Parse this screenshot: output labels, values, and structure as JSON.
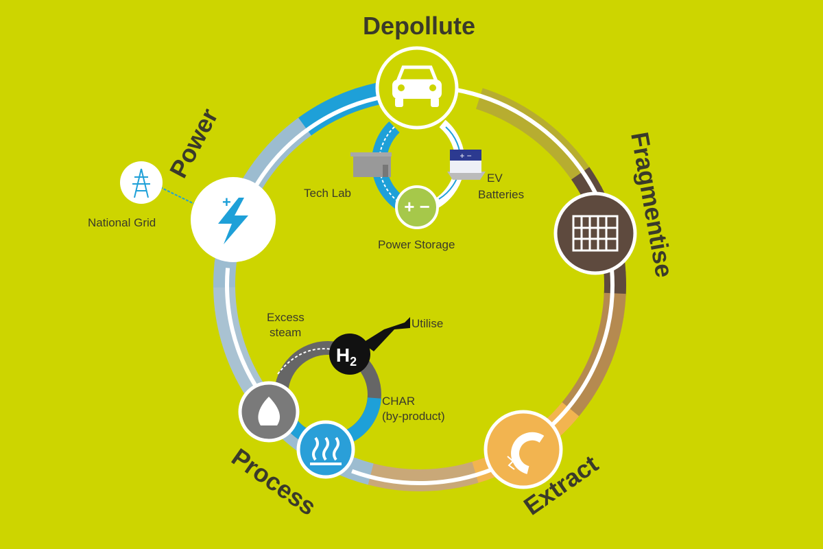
{
  "stages": {
    "depollute": "Depollute",
    "fragmentise": "Fragmentise",
    "extract": "Extract",
    "process": "Process",
    "power": "Power"
  },
  "labels": {
    "national_grid": "National Grid",
    "tech_lab": "Tech Lab",
    "ev_batteries_1": "EV",
    "ev_batteries_2": "Batteries",
    "power_storage": "Power Storage",
    "excess_steam_1": "Excess",
    "excess_steam_2": "steam",
    "utilise": "Utilise",
    "char_1": "CHAR",
    "char_2": "(by-product)",
    "h2": "H",
    "h2_sub": "2"
  },
  "colors": {
    "background": "#cdd500",
    "blue": "#1ea0d8",
    "brown": "#5e4a3e",
    "orange": "#f2b450",
    "grey": "#7a7a7a",
    "pale_blue": "#9cbcd0",
    "storage_green": "#a6c84a"
  }
}
